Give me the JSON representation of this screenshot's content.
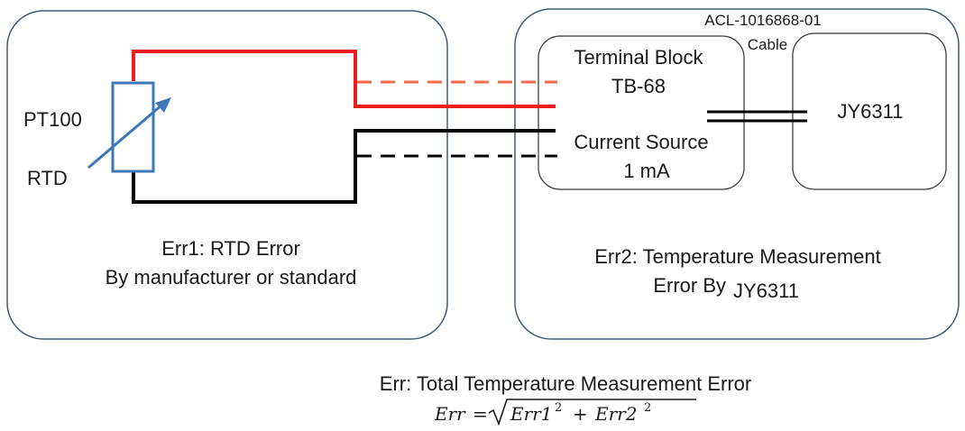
{
  "left_panel": {
    "sensor_model": "PT100",
    "sensor_type": "RTD",
    "error_line1": "Err1: RTD Error",
    "error_line2": "By manufacturer or standard"
  },
  "right_panel": {
    "cable_part": "ACL-1016868-01",
    "cable_label": "Cable",
    "terminal_block_line1": "Terminal Block",
    "terminal_block_line2": "TB-68",
    "current_source_line1": "Current Source",
    "current_source_line2": "1 mA",
    "device": "JY6311",
    "error_line1": "Err2: Temperature Measurement",
    "error_line2_prefix": "Error By",
    "error_line2_device": "JY6311"
  },
  "total_error": {
    "label": "Err: Total Temperature Measurement Error",
    "formula_lhs": "Err",
    "formula_eq": "=",
    "term1": "Err1",
    "exp1": "2",
    "plus": "+",
    "term2": "Err2",
    "exp2": "2"
  },
  "colors": {
    "panel_border": "#3b5b78",
    "resistor": "#3c78b6",
    "wire_red": "#ee1c1c",
    "wire_red_dashed": "#f26a4f",
    "wire_black": "#000000",
    "text": "#1a1a1a"
  }
}
